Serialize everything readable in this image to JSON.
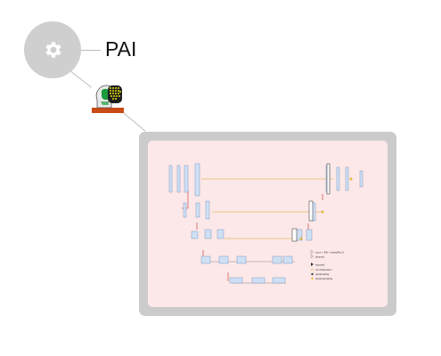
{
  "root": {
    "label": "PAI",
    "icon": "gear-icon"
  },
  "child": {
    "icon": "brain-head-icon"
  },
  "preview": {
    "diagram_icon": "unet-architecture-diagram",
    "legend": [
      "conv + BN + leakyReLU",
      "dropout",
      "sigmoid",
      "concatenation",
      "upsampling",
      "downsampling"
    ]
  }
}
